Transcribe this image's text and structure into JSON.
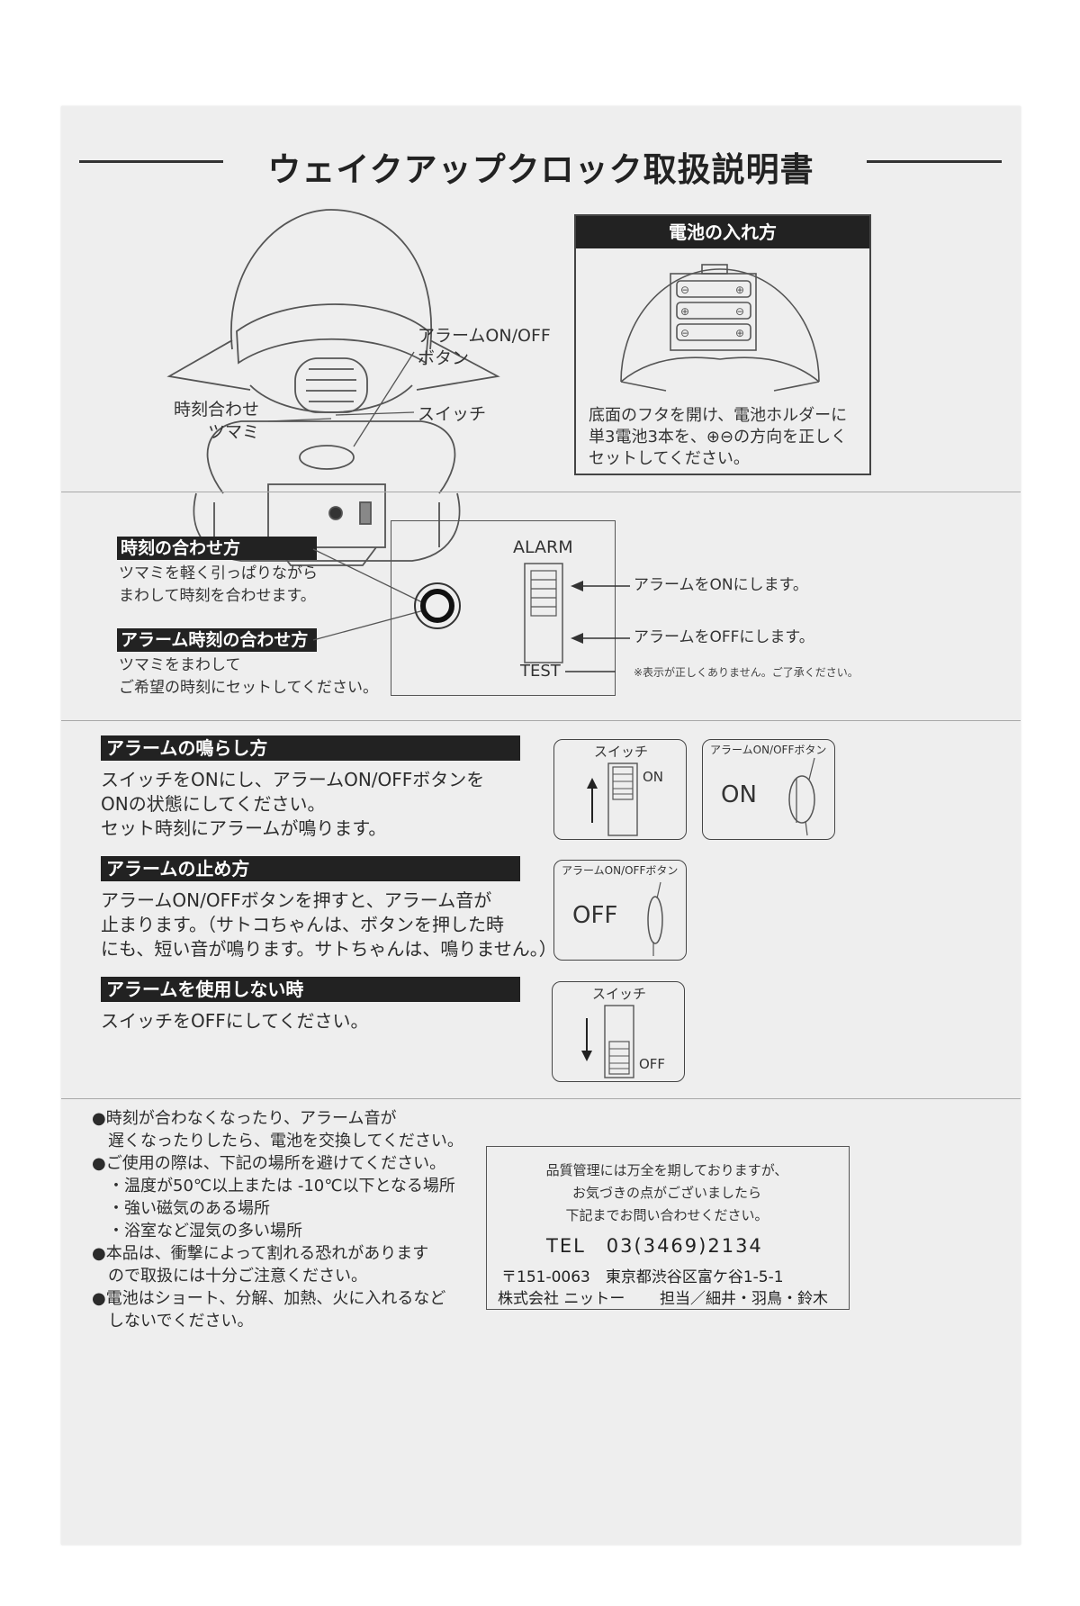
{
  "title": "ウェイクアップクロック取扱説明書",
  "diagram": {
    "alarm_button_label": [
      "アラームON/OFF",
      "ボタン"
    ],
    "switch_label": "スイッチ",
    "time_knob_label": [
      "時刻合わせ",
      "ツマミ"
    ]
  },
  "battery": {
    "heading": "電池の入れ方",
    "text": [
      "底面のフタを開け、電池ホルダーに",
      "単3電池3本を、⊕⊖の方向を正しく",
      "セットしてください。"
    ]
  },
  "time_setting": {
    "heading": "時刻の合わせ方",
    "text": [
      "ツマミを軽く引っぱりながら",
      "まわして時刻を合わせます。"
    ]
  },
  "alarm_time_setting": {
    "heading": "アラーム時刻の合わせ方",
    "text": [
      "ツマミをまわして",
      "ご希望の時刻にセットしてください。"
    ]
  },
  "panel": {
    "alarm_label": "ALARM",
    "test_label": "TEST",
    "on_arrow_text": "アラームをONにします。",
    "off_arrow_text": "アラームをOFFにします。",
    "note": "※表示が正しくありません。ご了承ください。"
  },
  "alarm_ring": {
    "heading": "アラームの鳴らし方",
    "text": [
      "スイッチをONにし、アラームON/OFFボタンを",
      "ONの状態にしてください。",
      "セット時刻にアラームが鳴ります。"
    ]
  },
  "alarm_stop": {
    "heading": "アラームの止め方",
    "text": [
      "アラームON/OFFボタンを押すと、アラーム音が",
      "止まります。（サトコちゃんは、ボタンを押した時",
      "にも、短い音が鳴ります。サトちゃんは、鳴りません。）"
    ]
  },
  "alarm_unused": {
    "heading": "アラームを使用しない時",
    "text": [
      "スイッチをOFFにしてください。"
    ]
  },
  "figures": {
    "switch_title": "スイッチ",
    "button_title": "アラームON/OFFボタン",
    "on": "ON",
    "off": "OFF"
  },
  "notes": [
    "●時刻が合わなくなったり、アラーム音が",
    "　遅くなったりしたら、電池を交換してください。",
    "●ご使用の際は、下記の場所を避けてください。",
    "　・温度が50℃以上または -10℃以下となる場所",
    "　・強い磁気のある場所",
    "　・浴室など湿気の多い場所",
    "●本品は、衝撃によって割れる恐れがあります",
    "　ので取扱には十分ご注意ください。",
    "●電池はショート、分解、加熱、火に入れるなど",
    "　しないでください。"
  ],
  "contact": {
    "lines": [
      "品質管理には万全を期しておりますが、",
      "お気づきの点がございましたら",
      "下記までお問い合わせください。"
    ],
    "tel": "TEL　03(3469)2134",
    "address": "〒151-0063　東京都渋谷区富ケ谷1-5-1",
    "company": "株式会社 ニットー",
    "staff": "担当／細井・羽鳥・鈴木"
  }
}
